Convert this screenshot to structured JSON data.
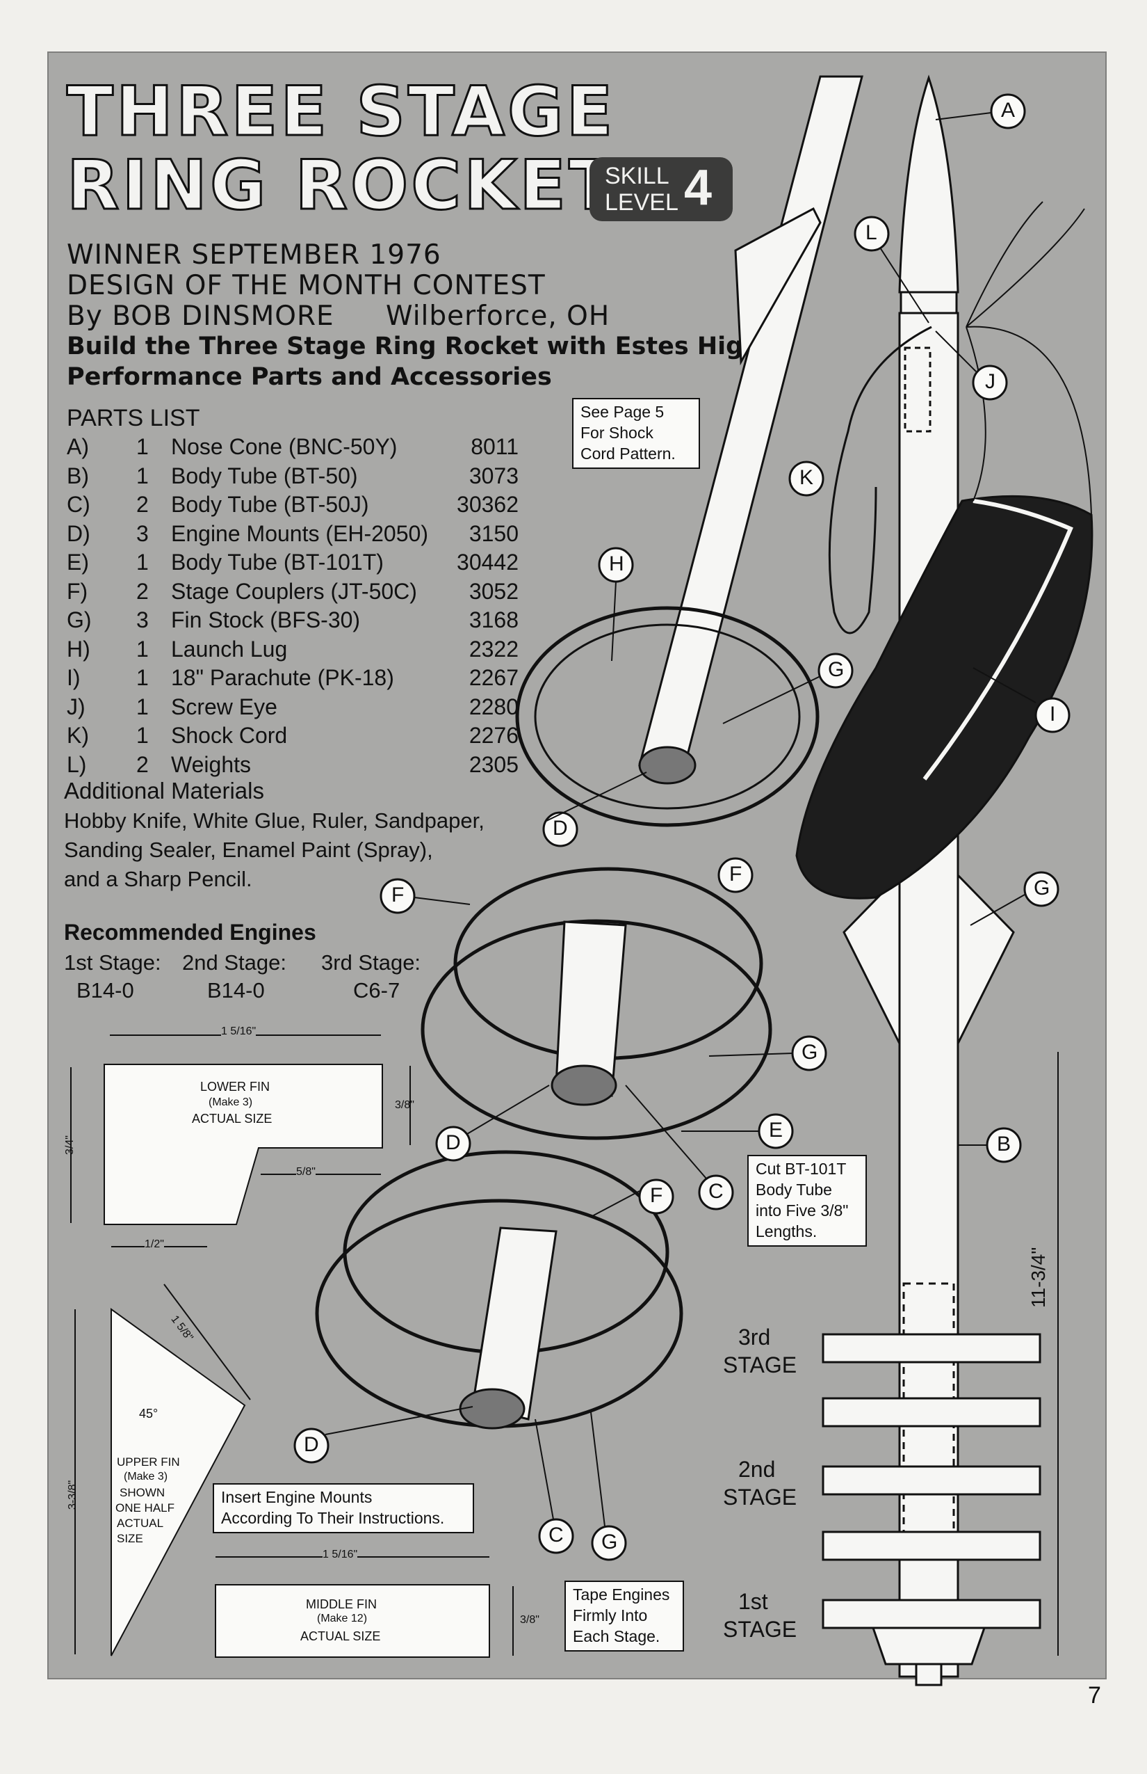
{
  "title": {
    "line1": "THREE STAGE",
    "line2": "RING ROCKET"
  },
  "skill": {
    "word1": "SKILL",
    "word2": "LEVEL",
    "number": "4"
  },
  "header": {
    "line1": "WINNER SEPTEMBER 1976",
    "line2": "DESIGN OF THE MONTH CONTEST",
    "line3a": "By BOB DINSMORE",
    "line3b": "Wilberforce, OH",
    "line4": "Build the Three Stage Ring Rocket with Estes High",
    "line5": "Performance Parts and Accessories"
  },
  "parts_list": {
    "heading": "PARTS LIST",
    "items": [
      {
        "letter": "A)",
        "qty": "1",
        "name": "Nose Cone (BNC-50Y)",
        "number": "8011"
      },
      {
        "letter": "B)",
        "qty": "1",
        "name": "Body Tube (BT-50)",
        "number": "3073"
      },
      {
        "letter": "C)",
        "qty": "2",
        "name": "Body Tube (BT-50J)",
        "number": "30362"
      },
      {
        "letter": "D)",
        "qty": "3",
        "name": "Engine Mounts (EH-2050)",
        "number": "3150"
      },
      {
        "letter": "E)",
        "qty": "1",
        "name": "Body Tube (BT-101T)",
        "number": "30442"
      },
      {
        "letter": "F)",
        "qty": "2",
        "name": "Stage Couplers (JT-50C)",
        "number": "3052"
      },
      {
        "letter": "G)",
        "qty": "3",
        "name": "Fin Stock (BFS-30)",
        "number": "3168"
      },
      {
        "letter": "H)",
        "qty": "1",
        "name": "Launch Lug",
        "number": "2322"
      },
      {
        "letter": "I)",
        "qty": "1",
        "name": "18\" Parachute (PK-18)",
        "number": "2267"
      },
      {
        "letter": "J)",
        "qty": "1",
        "name": "Screw Eye",
        "number": "2280"
      },
      {
        "letter": "K)",
        "qty": "1",
        "name": "Shock Cord",
        "number": "2276"
      },
      {
        "letter": "L)",
        "qty": "2",
        "name": "Weights",
        "number": "2305"
      }
    ]
  },
  "additional": {
    "heading": "Additional Materials",
    "line1": "Hobby Knife, White Glue, Ruler, Sandpaper,",
    "line2": "Sanding Sealer, Enamel Paint (Spray),",
    "line3": "and a Sharp Pencil."
  },
  "engines": {
    "heading": "Recommended Engines",
    "stages": [
      {
        "label": "1st Stage:",
        "engine": "B14-0"
      },
      {
        "label": "2nd Stage:",
        "engine": "B14-0"
      },
      {
        "label": "3rd Stage:",
        "engine": "C6-7"
      }
    ]
  },
  "notes": {
    "shock_cord": [
      "See Page 5",
      "For Shock",
      "Cord Pattern."
    ],
    "cut_tube": [
      "Cut BT-101T",
      "Body Tube",
      "into Five 3/8\"",
      "Lengths."
    ],
    "insert_mounts": [
      "Insert Engine Mounts",
      "According To Their Instructions."
    ],
    "tape_engines": [
      "Tape Engines",
      "Firmly Into",
      "Each Stage."
    ]
  },
  "templates": {
    "lower_fin": {
      "title": "LOWER FIN",
      "count": "(Make 3)",
      "note": "ACTUAL SIZE",
      "dim_width": "1 5/16\"",
      "dim_height": "3/4\"",
      "dim_side": "3/8\"",
      "dim_cut": "5/8\"",
      "dim_base": "1/2\""
    },
    "upper_fin": {
      "title": "UPPER FIN",
      "count": "(Make 3)",
      "note1": "SHOWN",
      "note2": "ONE HALF",
      "note3": "ACTUAL",
      "note4": "SIZE",
      "dim_slant": "1 5/8\"",
      "angle": "45°",
      "dim_height": "3-3/8\""
    },
    "middle_fin": {
      "title": "MIDDLE FIN",
      "count": "(Make 12)",
      "note": "ACTUAL SIZE",
      "dim_width": "1 5/16\"",
      "dim_height": "3/8\""
    }
  },
  "stages": {
    "third": [
      "3rd",
      "STAGE"
    ],
    "second": [
      "2nd",
      "STAGE"
    ],
    "first": [
      "1st",
      "STAGE"
    ]
  },
  "rocket_length": "11-3/4\"",
  "callouts": {
    "A": "A",
    "B": "B",
    "C": "C",
    "D": "D",
    "E": "E",
    "F": "F",
    "G": "G",
    "H": "H",
    "I": "I",
    "J": "J",
    "K": "K",
    "L": "L"
  },
  "page_number": "7"
}
